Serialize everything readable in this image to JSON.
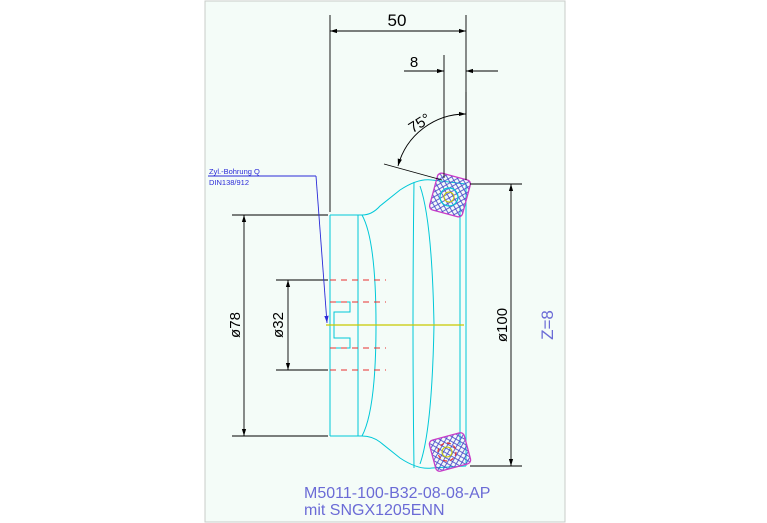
{
  "colors": {
    "frame_bg": "#f4fcf8",
    "dimension": "#000000",
    "body_outline": "#00c8d8",
    "centerline": "#c8c800",
    "hidden_line": "#e83030",
    "insert": "#c83cc8",
    "insert_cross": "#4444c8",
    "leader": "#2a2ad8",
    "part_text": "#6b6bd6"
  },
  "dimensions": {
    "overall_length": "50",
    "insert_width": "8",
    "lead_angle": "75°",
    "hub_diameter": "ø78",
    "bore_diameter": "ø32",
    "cutter_diameter": "ø100"
  },
  "bore_note": {
    "line1": "Zyl.-Bohrung Q",
    "line2": "DIN138/912"
  },
  "teeth": "Z=8",
  "part_number": "M5011-100-B32-08-08-AP",
  "insert_spec": "mit SNGX1205ENN"
}
